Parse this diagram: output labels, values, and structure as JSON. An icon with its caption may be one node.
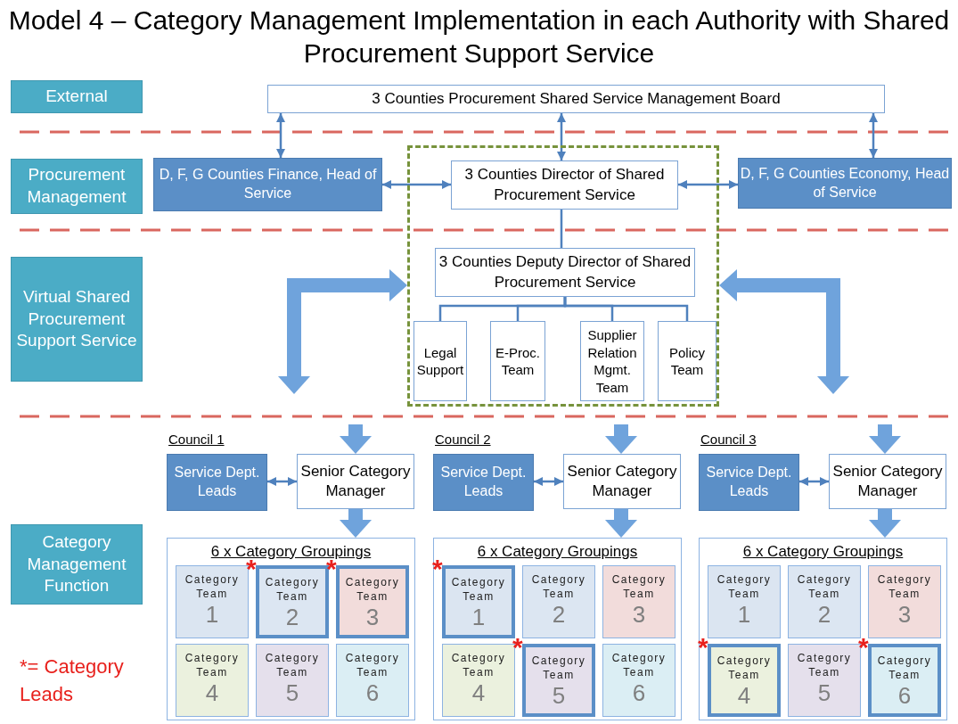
{
  "diagram": {
    "title": "Model 4 – Category Management Implementation in each Authority with Shared Procurement Support Service",
    "nodes": [
      {
        "text": [
          "External"
        ]
      },
      {
        "text": [
          "Procurement Management"
        ]
      },
      {
        "text": [
          "Virtual Shared Procurement Support Service"
        ]
      },
      {
        "text": [
          "Category Management Function"
        ]
      },
      {
        "text": [
          "3 Counties Procurement Shared Service Management Board"
        ]
      },
      {
        "text": [
          "D, F, G Counties Finance, Head of Service"
        ]
      },
      {
        "text": [],
        "shape": "box"
      },
      {
        "text": [
          "3 Counties Director of Shared Procurement Service"
        ],
        "in": 6
      },
      {
        "text": [
          "D, F, G Counties Economy, Head of Service"
        ]
      },
      {
        "text": [
          "3 Counties Deputy Director of Shared Procurement Service"
        ],
        "in": 6
      },
      {
        "text": [
          "Legal Support"
        ],
        "in": 6
      },
      {
        "text": [
          "E-Proc. Team"
        ],
        "in": 6
      },
      {
        "text": [
          "Supplier Relation Mgmt. Team"
        ],
        "in": 6
      },
      {
        "text": [
          "Policy Team"
        ],
        "in": 6
      },
      {
        "text": [
          "Service Dept. Leads"
        ]
      },
      {
        "text": [
          "Senior Category Manager"
        ]
      },
      {
        "text": [
          "6 x Category Groupings"
        ]
      },
      {
        "text": [
          "Category Team",
          "1"
        ],
        "in": 16
      },
      {
        "text": [
          "Category Team",
          "2"
        ],
        "in": 16,
        "beside": [
          "*"
        ]
      },
      {
        "text": [
          "Category Team",
          "3"
        ],
        "in": 16,
        "beside": [
          "*"
        ]
      },
      {
        "text": [
          "Category Team",
          "4"
        ],
        "in": 16
      },
      {
        "text": [
          "Category Team",
          "5"
        ],
        "in": 16
      },
      {
        "text": [
          "Category Team",
          "6"
        ],
        "in": 16
      },
      {
        "text": [
          "Service Dept. Leads"
        ]
      },
      {
        "text": [
          "Senior Category Manager"
        ]
      },
      {
        "text": [
          "6 x Category Groupings"
        ]
      },
      {
        "text": [
          "Category Team",
          "1"
        ],
        "in": 25,
        "beside": [
          "*"
        ]
      },
      {
        "text": [
          "Category Team",
          "2"
        ],
        "in": 25
      },
      {
        "text": [
          "Category Team",
          "3"
        ],
        "in": 25
      },
      {
        "text": [
          "Category Team",
          "4"
        ],
        "in": 25
      },
      {
        "text": [
          "Category Team",
          "5"
        ],
        "in": 25,
        "beside": [
          "*"
        ]
      },
      {
        "text": [
          "Category Team",
          "6"
        ],
        "in": 25
      },
      {
        "text": [
          "Service Dept. Leads"
        ]
      },
      {
        "text": [
          "Senior Category Manager"
        ]
      },
      {
        "text": [
          "6 x Category Groupings"
        ]
      },
      {
        "text": [
          "Category Team",
          "1"
        ],
        "in": 34
      },
      {
        "text": [
          "Category Team",
          "2"
        ],
        "in": 34
      },
      {
        "text": [
          "Category Team",
          "3"
        ],
        "in": 34
      },
      {
        "text": [
          "Category Team",
          "4"
        ],
        "in": 34,
        "beside": [
          "*"
        ]
      },
      {
        "text": [
          "Category Team",
          "5"
        ],
        "in": 34
      },
      {
        "text": [
          "Category Team",
          "6"
        ],
        "in": 34,
        "beside": [
          "*"
        ]
      }
    ],
    "edges": [
      {
        "from": 4,
        "to": 5,
        "arrow": "both"
      },
      {
        "from": 4,
        "to": 7,
        "arrow": "both"
      },
      {
        "from": 4,
        "to": 8,
        "arrow": "both"
      },
      {
        "from": 5,
        "to": 7,
        "arrow": "both"
      },
      {
        "from": 7,
        "to": 8,
        "arrow": "both"
      },
      {
        "from": 7,
        "to": 9,
        "arrow": "none"
      },
      {
        "from": 9,
        "to": 10,
        "arrow": "none"
      },
      {
        "from": 9,
        "to": 11,
        "arrow": "none"
      },
      {
        "from": 9,
        "to": 12,
        "arrow": "none"
      },
      {
        "from": 9,
        "to": 13,
        "arrow": "none"
      },
      {
        "from": 6,
        "to": null,
        "arrow": "both",
        "style": "thick"
      },
      {
        "from": 6,
        "to": null,
        "arrow": "both",
        "style": "thick"
      },
      {
        "from": null,
        "to": 15,
        "arrow": "to",
        "style": "thick"
      },
      {
        "from": 14,
        "to": 15,
        "arrow": "both"
      },
      {
        "from": 15,
        "to": 16,
        "arrow": "to",
        "style": "thick"
      },
      {
        "from": null,
        "to": 24,
        "arrow": "to",
        "style": "thick"
      },
      {
        "from": 23,
        "to": 24,
        "arrow": "both"
      },
      {
        "from": 24,
        "to": 25,
        "arrow": "to",
        "style": "thick"
      },
      {
        "from": null,
        "to": 33,
        "arrow": "to",
        "style": "thick"
      },
      {
        "from": 32,
        "to": 33,
        "arrow": "both"
      },
      {
        "from": 33,
        "to": 34,
        "arrow": "to",
        "style": "thick"
      }
    ],
    "labels": [
      "Council 1",
      "Council 2",
      "Council 3",
      "*= Category Leads"
    ]
  }
}
